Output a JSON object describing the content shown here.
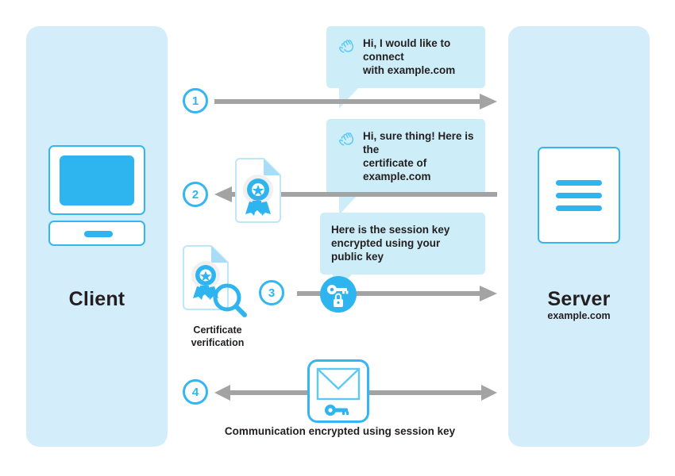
{
  "diagram": {
    "title": "TLS/SSL handshake between client and server",
    "colors": {
      "panel_bg": "#d4edfb",
      "accent": "#2eb5f0",
      "accent_stroke": "#35b6f2",
      "bubble_bg": "#cdeef8",
      "arrow_gray": "#a3a3a3",
      "text": "#231f20",
      "white": "#ffffff"
    }
  },
  "client": {
    "label": "Client",
    "icon": "desktop-computer-icon"
  },
  "server": {
    "label": "Server",
    "sublabel": "example.com",
    "icon": "server-icon"
  },
  "steps": [
    {
      "number": "1",
      "direction": "client-to-server",
      "bubble": {
        "text": "Hi, I would like to connect\nwith example.com",
        "icon": "waving-hand-icon",
        "has_icon": true
      }
    },
    {
      "number": "2",
      "direction": "server-to-client",
      "bubble": {
        "text": "Hi, sure thing! Here is the\ncertificate of example.com",
        "icon": "waving-hand-icon",
        "has_icon": true
      },
      "mid_icon": "certificate-icon"
    },
    {
      "number": "3",
      "direction": "client-to-server",
      "bubble": {
        "text": "Here is the session key\nencrypted using your public key",
        "icon": "",
        "has_icon": false
      },
      "mid_icon": "key-lock-icon",
      "side_icon": "certificate-verification-icon",
      "side_caption": "Certificate\nverification"
    },
    {
      "number": "4",
      "direction": "bidirectional",
      "mid_icon": "encrypted-envelope-icon",
      "caption": "Communication encrypted using session key"
    }
  ]
}
